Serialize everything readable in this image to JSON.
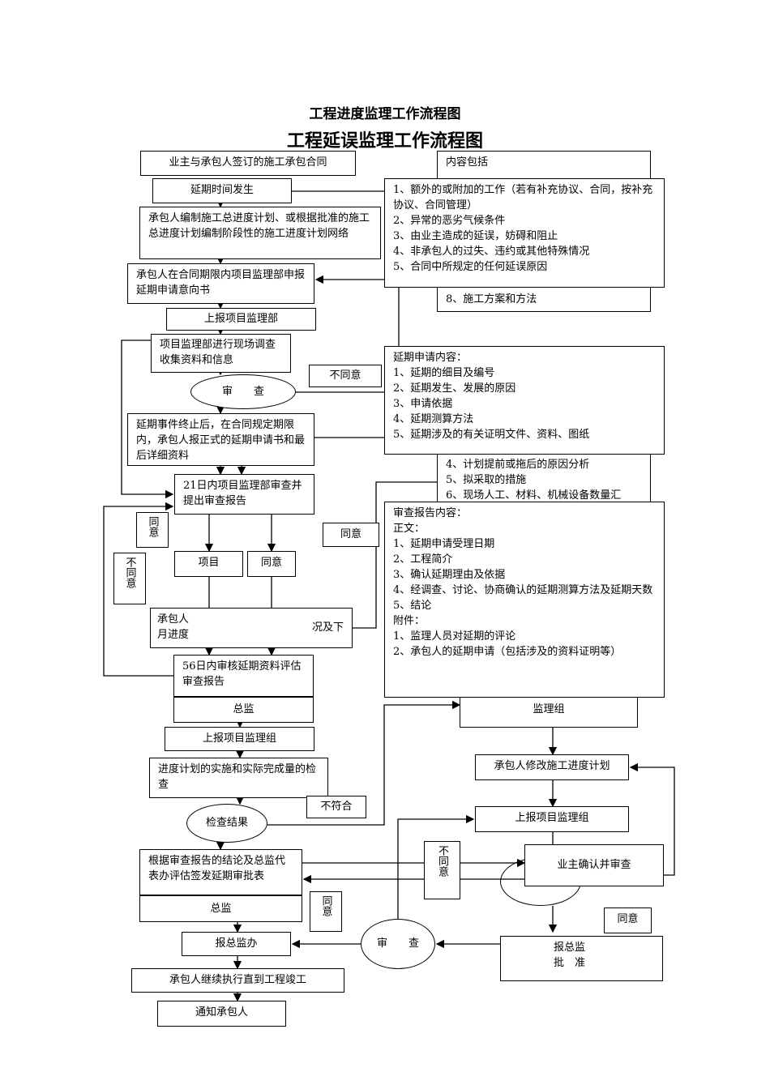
{
  "title_progress": "工程进度监理工作流程图",
  "title_delay": "工程延误监理工作流程图",
  "boxes": {
    "contract": "业主与承包人签订的施工承包合同",
    "content_header": "内容包括",
    "content_item8": "8、施工方案和方法",
    "delay_occurs": "延期时间发生",
    "contractor_plan": "承包人编制施工总进度计划、或根据批准的施工总进度计划编制阶段性的施工进度计划网络",
    "intent_letter": "承包人在合同期限内项目监理部申报延期申请意向书",
    "report_dept": "上报项目监理部",
    "site_survey": "项目监理部进行现场调查收集资料和信息",
    "review": "审　　查",
    "disagree": "不同意",
    "formal_application": "延期事件终止后，在合同规定期限内，承包人报正式的延期申请书和最后详细资料",
    "agree": "同意",
    "review_21": "21日内项目监理部审查并提出审查报告",
    "project_partial": "项目",
    "agree2": "同意",
    "agree3": "同意",
    "disagree2": "不同意",
    "monthly_partial_left": "承包人月进度",
    "monthly_partial_right": "况及下",
    "review_56": "56日内审核延期资料评估审查报告",
    "chief": "总监",
    "report_group": "上报项目监理组",
    "group_partial": "监理组",
    "progress_check": "进度计划的实施和实际完成量的检查",
    "contractor_revise": "承包人修改施工进度计划",
    "check_result": "检查结果",
    "not_conform": "不符合",
    "report_group2": "上报项目监理组",
    "issue_approval": "根据审查报告的结论及总监代表办评估签发延期审批表",
    "chief2": "总监",
    "disagree3": "不同意",
    "owner_confirm": "业主确认并审查",
    "agree4": "同意",
    "report_chief_office": "报总监办",
    "review2": "审　　查",
    "agree5": "同意",
    "report_chief_approve": "报总监\n批　准",
    "continue": "承包人继续执行直到工程竣工",
    "notify": "通知承包人"
  },
  "reasons": [
    "1、额外的或附加的工作（若有补充协议、合同，按补充协议、合同管理）",
    "2、异常的恶劣气候条件",
    "3、由业主造成的延误，妨碍和阻止",
    "4、非承包人的过失、违约或其他特殊情况",
    "5、合同中所规定的任何延误原因"
  ],
  "application_contents": [
    "延期申请内容：",
    "1、延期的细目及编号",
    "2、延期发生、发展的原因",
    "3、申请依据",
    "4、延期测算方法",
    "5、延期涉及的有关证明文件、资料、图纸"
  ],
  "plan_contents": [
    "4、计划提前或拖后的原因分析",
    "5、拟采取的措施",
    "6、现场人工、材料、机械设备数量汇"
  ],
  "report_contents": [
    "审查报告内容：",
    "正文：",
    "1、延期申请受理日期",
    "2、工程简介",
    "3、确认延期理由及依据",
    "4、经调查、讨论、协商确认的延期测算方法及延期天数",
    "5、结论",
    "附件：",
    "1、监理人员对延期的评论",
    "2、承包人的延期申请（包括涉及的资料证明等）"
  ]
}
